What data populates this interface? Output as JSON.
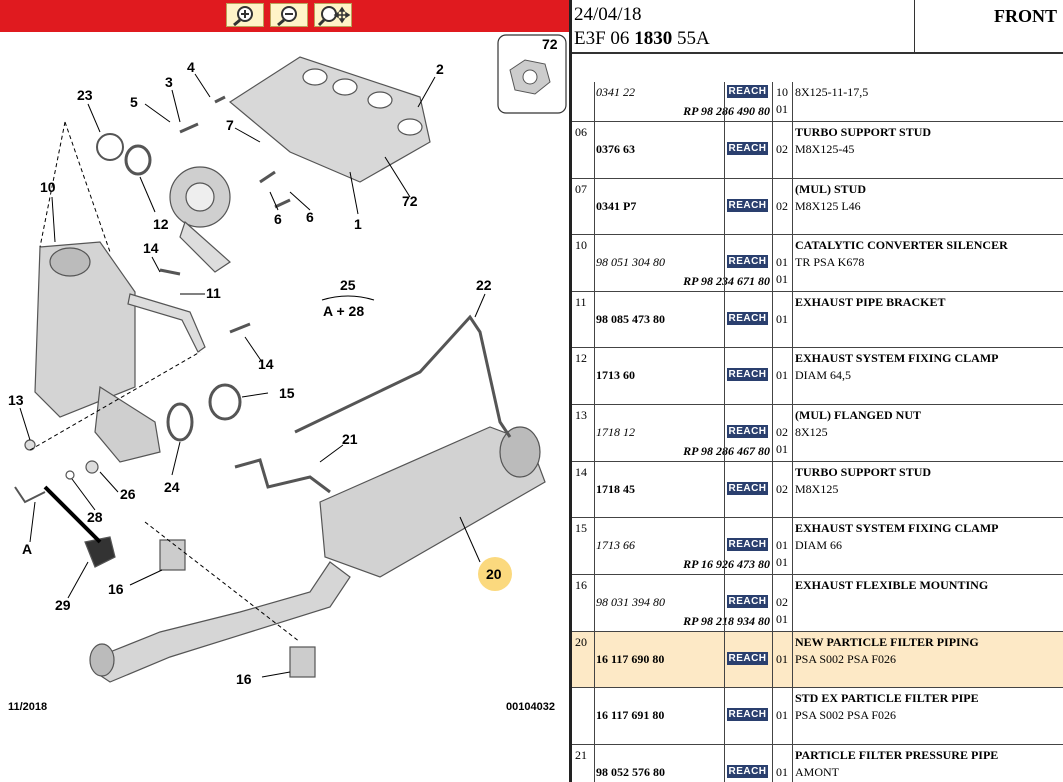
{
  "toolbar": {
    "zoom_in": "zoom-in-icon",
    "zoom_out": "zoom-out-icon",
    "zoom_move": "zoom-pan-icon",
    "color": "#e01a1f"
  },
  "diagram": {
    "date": "11/2018",
    "ref": "00104032",
    "group_label": "25",
    "group_sub": "A + 28",
    "highlight": "20",
    "inset": "72",
    "callouts": [
      "23",
      "3",
      "4",
      "5",
      "2",
      "7",
      "10",
      "12",
      "6",
      "6",
      "1",
      "72",
      "14",
      "11",
      "14",
      "13",
      "15",
      "24",
      "21",
      "22",
      "26",
      "28",
      "A",
      "29",
      "16",
      "16"
    ]
  },
  "header": {
    "date": "24/04/18",
    "code_a": "E3F 06",
    "code_b": "1830",
    "code_c": "55A",
    "view": "FRONT"
  },
  "rows": [
    {
      "ref": "",
      "pn": "0341 22",
      "pn_italic": true,
      "rp": "RP 98 286 490 80",
      "qty": "10",
      "qty2": "01",
      "desc": "",
      "sub": "8X125-11-17,5",
      "reach": "REACH"
    },
    {
      "ref": "06",
      "pn": "0376 63",
      "pn_italic": false,
      "rp": "",
      "qty": "02",
      "qty2": "",
      "desc": "TURBO SUPPORT STUD",
      "sub": "M8X125-45",
      "reach": "REACH"
    },
    {
      "ref": "07",
      "pn": "0341 P7",
      "pn_italic": false,
      "rp": "",
      "qty": "02",
      "qty2": "",
      "desc": "(MUL) STUD",
      "sub": "M8X125 L46",
      "reach": "REACH"
    },
    {
      "ref": "10",
      "pn": "98 051 304 80",
      "pn_italic": true,
      "rp": "RP 98 234 671 80",
      "qty": "01",
      "qty2": "01",
      "desc": "CATALYTIC CONVERTER SILENCER",
      "sub": "TR PSA K678",
      "reach": "REACH"
    },
    {
      "ref": "11",
      "pn": "98 085 473 80",
      "pn_italic": false,
      "rp": "",
      "qty": "01",
      "qty2": "",
      "desc": "EXHAUST PIPE BRACKET",
      "sub": "",
      "reach": "REACH"
    },
    {
      "ref": "12",
      "pn": "1713 60",
      "pn_italic": false,
      "rp": "",
      "qty": "01",
      "qty2": "",
      "desc": "EXHAUST SYSTEM FIXING CLAMP",
      "sub": "DIAM 64,5",
      "reach": "REACH"
    },
    {
      "ref": "13",
      "pn": "1718 12",
      "pn_italic": true,
      "rp": "RP 98 286 467 80",
      "qty": "02",
      "qty2": "01",
      "desc": "(MUL) FLANGED NUT",
      "sub": "8X125",
      "reach": "REACH"
    },
    {
      "ref": "14",
      "pn": "1718 45",
      "pn_italic": false,
      "rp": "",
      "qty": "02",
      "qty2": "",
      "desc": "TURBO SUPPORT STUD",
      "sub": "M8X125",
      "reach": "REACH"
    },
    {
      "ref": "15",
      "pn": "1713 66",
      "pn_italic": true,
      "rp": "RP 16 926 473 80",
      "qty": "01",
      "qty2": "01",
      "desc": "EXHAUST SYSTEM FIXING CLAMP",
      "sub": "DIAM 66",
      "reach": "REACH"
    },
    {
      "ref": "16",
      "pn": "98 031 394 80",
      "pn_italic": true,
      "rp": "RP 98 218 934 80",
      "qty": "02",
      "qty2": "01",
      "desc": "EXHAUST FLEXIBLE MOUNTING",
      "sub": "",
      "reach": "REACH"
    },
    {
      "ref": "20",
      "pn": "16 117 690 80",
      "pn_italic": false,
      "rp": "",
      "qty": "01",
      "qty2": "",
      "desc": "NEW PARTICLE FILTER PIPING",
      "sub": "PSA S002 PSA F026",
      "reach": "REACH",
      "highlight": true
    },
    {
      "ref": "",
      "pn": "16 117 691 80",
      "pn_italic": false,
      "rp": "",
      "qty": "01",
      "qty2": "",
      "desc": "STD EX PARTICLE FILTER PIPE",
      "sub": "PSA S002 PSA F026",
      "reach": "REACH"
    },
    {
      "ref": "21",
      "pn": "98 052 576 80",
      "pn_italic": false,
      "rp": "",
      "qty": "01",
      "qty2": "",
      "desc": "PARTICLE FILTER PRESSURE PIPE",
      "sub": "AMONT",
      "reach": "REACH"
    }
  ]
}
